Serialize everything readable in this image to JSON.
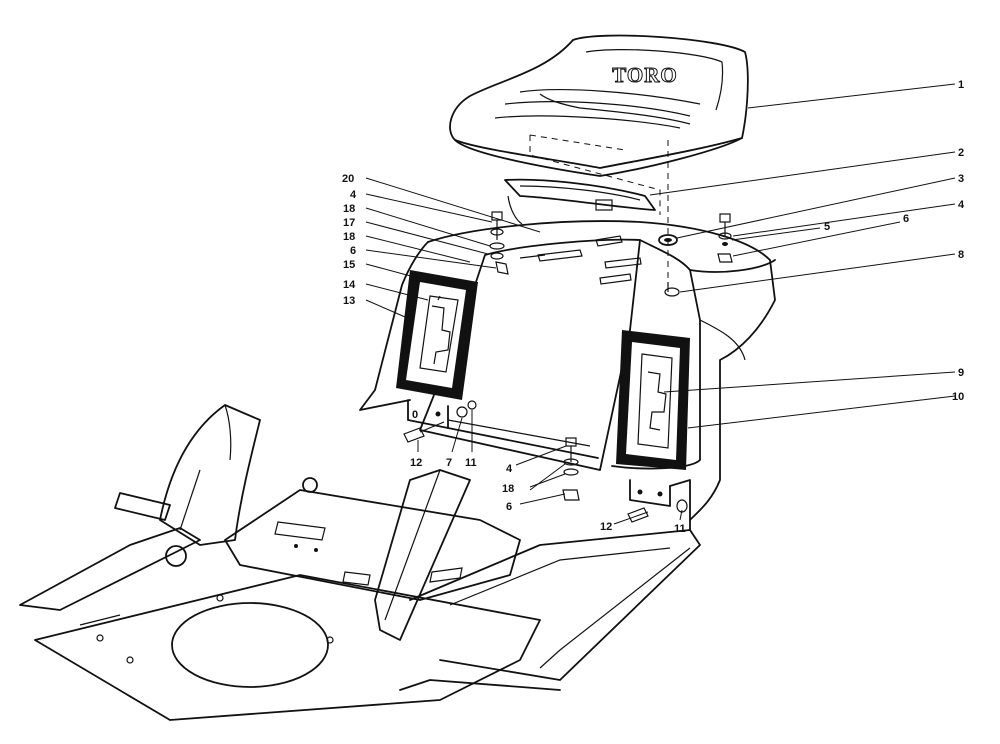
{
  "diagram": {
    "brand_label": "TORO",
    "callouts": [
      {
        "id": "c1",
        "label": "1"
      },
      {
        "id": "c2",
        "label": "2"
      },
      {
        "id": "c3",
        "label": "3"
      },
      {
        "id": "c4a",
        "label": "4"
      },
      {
        "id": "c5",
        "label": "5"
      },
      {
        "id": "c6a",
        "label": "6"
      },
      {
        "id": "c8",
        "label": "8"
      },
      {
        "id": "c9",
        "label": "9"
      },
      {
        "id": "c10",
        "label": "10"
      },
      {
        "id": "c20",
        "label": "20"
      },
      {
        "id": "c4b",
        "label": "4"
      },
      {
        "id": "c18a",
        "label": "18"
      },
      {
        "id": "c17",
        "label": "17"
      },
      {
        "id": "c18b",
        "label": "18"
      },
      {
        "id": "c6b",
        "label": "6"
      },
      {
        "id": "c15",
        "label": "15"
      },
      {
        "id": "c14",
        "label": "14"
      },
      {
        "id": "c13",
        "label": "13"
      },
      {
        "id": "c12a",
        "label": "12"
      },
      {
        "id": "c7",
        "label": "7"
      },
      {
        "id": "c11a",
        "label": "11"
      },
      {
        "id": "c4c",
        "label": "4"
      },
      {
        "id": "c18c",
        "label": "18"
      },
      {
        "id": "c6c",
        "label": "6"
      },
      {
        "id": "c12b",
        "label": "12"
      },
      {
        "id": "c11b",
        "label": "11"
      }
    ]
  }
}
